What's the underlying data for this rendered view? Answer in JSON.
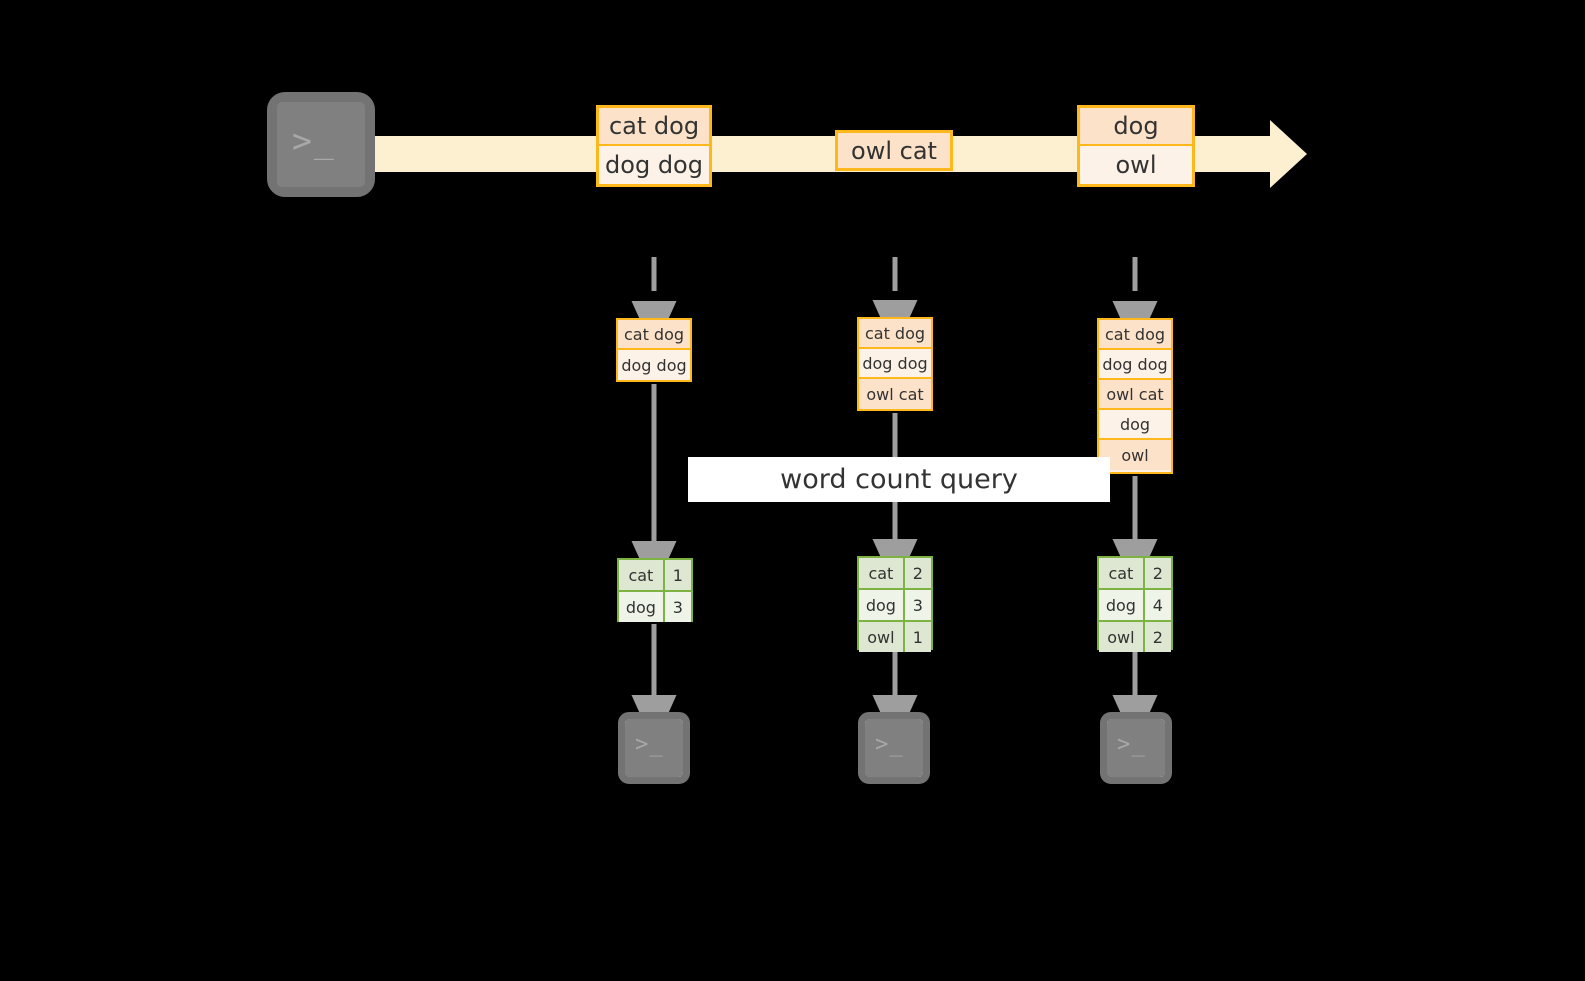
{
  "diagram": {
    "title_label": "word count query",
    "colors": {
      "stream_fill": "#fdf0d0",
      "box_border": "#ffb81c",
      "box_fill_dark": "#fbe2c8",
      "box_fill_light": "#fdf2e8",
      "result_border": "#7cb342",
      "result_fill_dark": "#dde7d1",
      "result_fill_light": "#eff4e9",
      "connector": "#9e9e9e",
      "terminal_fill": "#808080",
      "background": "#000000"
    },
    "source": {
      "icon": "terminal-icon",
      "glyph": ">_"
    },
    "stream": {
      "icon": "right-arrow-icon",
      "events": [
        {
          "lines": [
            "cat dog",
            "dog dog"
          ]
        },
        {
          "lines": [
            "owl cat"
          ]
        },
        {
          "lines": [
            "dog",
            "owl"
          ]
        }
      ]
    },
    "snapshots": [
      {
        "input_lines": [
          "cat dog",
          "dog dog"
        ],
        "results": [
          {
            "word": "cat",
            "count": "1"
          },
          {
            "word": "dog",
            "count": "3"
          }
        ],
        "sink_glyph": ">_"
      },
      {
        "input_lines": [
          "cat dog",
          "dog dog",
          "owl cat"
        ],
        "results": [
          {
            "word": "cat",
            "count": "2"
          },
          {
            "word": "dog",
            "count": "3"
          },
          {
            "word": "owl",
            "count": "1"
          }
        ],
        "sink_glyph": ">_"
      },
      {
        "input_lines": [
          "cat dog",
          "dog dog",
          "owl cat",
          "dog",
          "owl"
        ],
        "results": [
          {
            "word": "cat",
            "count": "2"
          },
          {
            "word": "dog",
            "count": "4"
          },
          {
            "word": "owl",
            "count": "2"
          }
        ],
        "sink_glyph": ">_"
      }
    ]
  }
}
